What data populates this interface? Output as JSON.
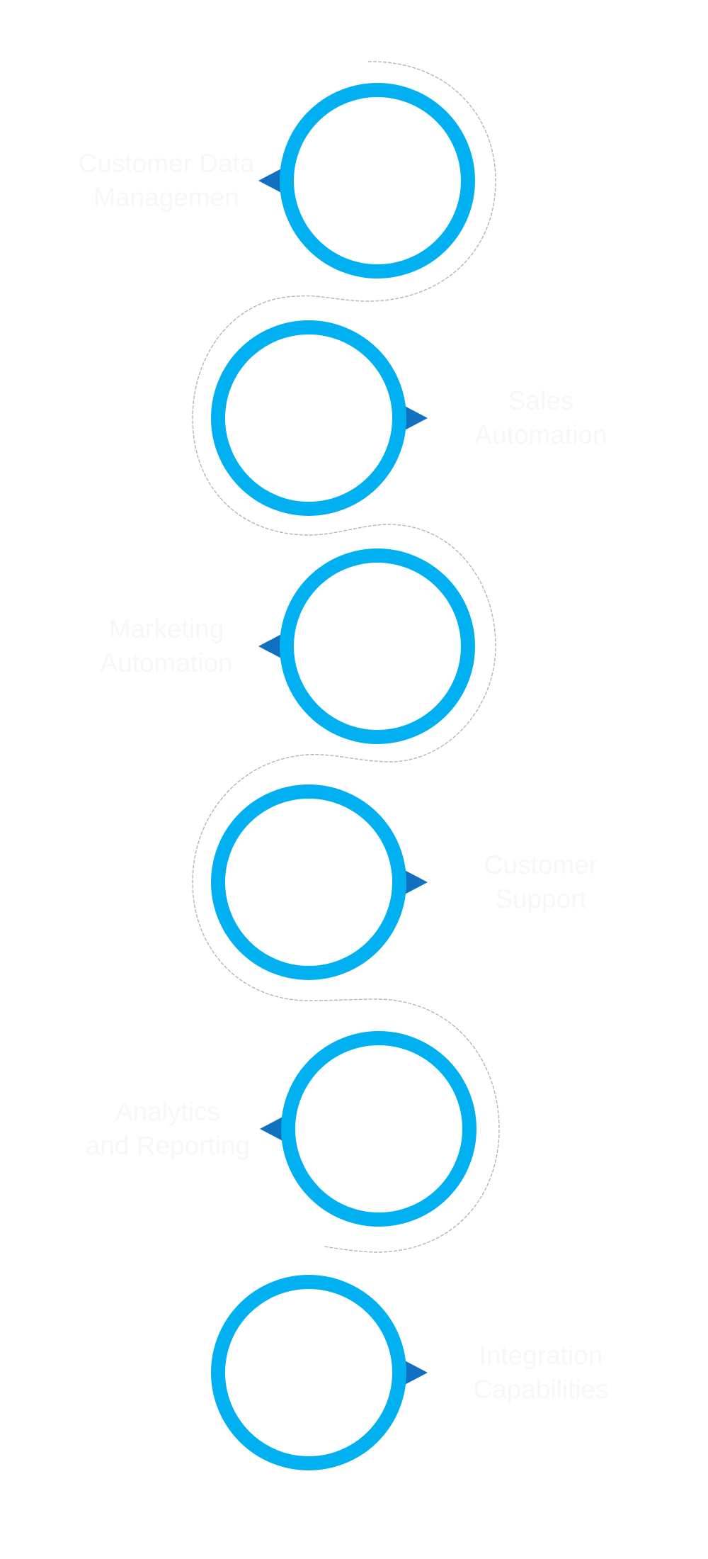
{
  "colors": {
    "ring": "#00B0F0",
    "arrow": "#1170BF",
    "path": "#b5b5b5",
    "label": "#f7f7f7",
    "background": "#ffffff"
  },
  "steps": [
    {
      "lines": [
        "Customer Data",
        "Managemen"
      ],
      "side": "left"
    },
    {
      "lines": [
        "Sales",
        "Automation"
      ],
      "side": "right"
    },
    {
      "lines": [
        "Marketing",
        "Automation"
      ],
      "side": "left"
    },
    {
      "lines": [
        "Customer",
        "Support"
      ],
      "side": "right"
    },
    {
      "lines": [
        "Analytics",
        "and Reporting"
      ],
      "side": "left"
    },
    {
      "lines": [
        "Integration",
        "Capabilities"
      ],
      "side": "right"
    }
  ]
}
